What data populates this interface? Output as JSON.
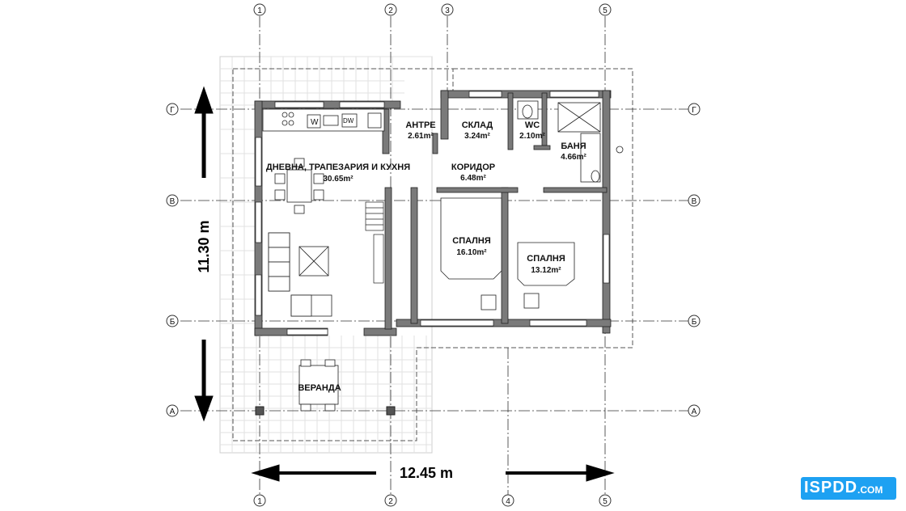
{
  "rooms": [
    {
      "name": "ДНЕВНА, ТРАПЕЗАРИЯ И КУХНЯ",
      "area": "30.65m²"
    },
    {
      "name": "АНТРЕ",
      "area": "2.61m²"
    },
    {
      "name": "СКЛАД",
      "area": "3.24m²"
    },
    {
      "name": "WC",
      "area": "2.10m²"
    },
    {
      "name": "БАНЯ",
      "area": "4.66m²"
    },
    {
      "name": "КОРИДОР",
      "area": "6.48m²"
    },
    {
      "name": "СПАЛНЯ",
      "area": "16.10m²"
    },
    {
      "name": "СПАЛНЯ",
      "area": "13.12m²"
    },
    {
      "name": "ВЕРАНДА",
      "area": ""
    }
  ],
  "dimensions": {
    "width": "12.45 m",
    "height": "11.30 m"
  },
  "axes": {
    "top": [
      "1",
      "2",
      "3",
      "5"
    ],
    "bottom": [
      "1",
      "2",
      "4",
      "5"
    ],
    "left": [
      "Г",
      "В",
      "Б",
      "А"
    ],
    "right": [
      "Г",
      "В",
      "Б",
      "А"
    ]
  },
  "appliances": {
    "washer": "W",
    "dishwasher": "DW"
  },
  "logo": {
    "main": "ISPDD",
    "suffix": ".COM"
  },
  "colors": {
    "wall": "#7a7a7a",
    "wall_outline": "#222222",
    "grid": "#d6d6d6",
    "logo_blue": "#1da1f2"
  }
}
